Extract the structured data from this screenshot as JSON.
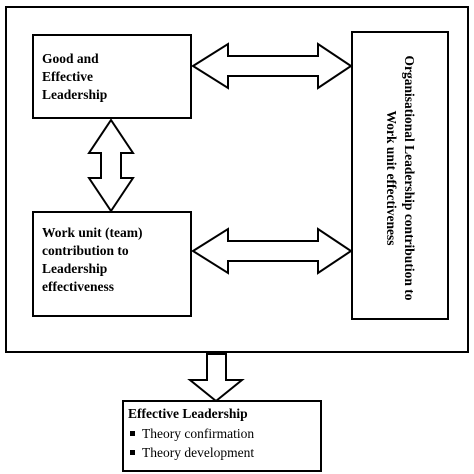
{
  "boxes": {
    "good_leadership": [
      "Good and",
      "Effective",
      "Leadership"
    ],
    "work_unit": [
      "Work unit (team)",
      "contribution to",
      "Leadership",
      "effectiveness"
    ],
    "organisational": "Organisational Leadership contribution to Work unit effectiveness"
  },
  "outcome": {
    "title": "Effective Leadership",
    "items": [
      "Theory confirmation",
      "Theory development"
    ]
  },
  "colors": {
    "line": "#000000",
    "background": "#ffffff"
  }
}
